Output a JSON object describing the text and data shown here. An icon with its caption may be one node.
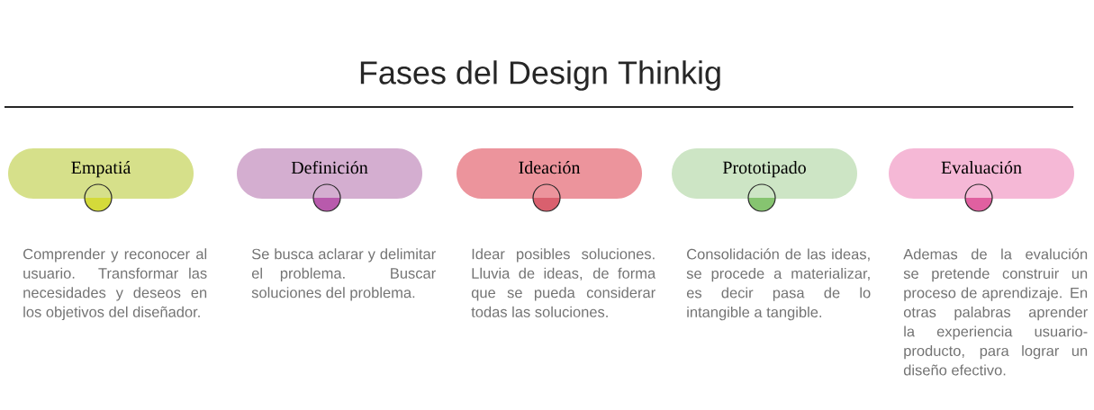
{
  "diagram": {
    "title": "Fases del Design Thinkig",
    "nodes": [
      {
        "text": [
          "Empatiá"
        ],
        "beside": [
          "Comprender y reconocer al usuario. Transformar las necesidades y deseos en los objetivos del diseñador."
        ]
      },
      {
        "text": [
          "Definición"
        ],
        "beside": [
          "Se busca aclarar y delimitar el problema. Buscar soluciones del problema."
        ]
      },
      {
        "text": [
          "Ideación"
        ],
        "beside": [
          "Idear posibles soluciones. Lluvia de ideas, de forma que se pueda considerar todas las soluciones."
        ]
      },
      {
        "text": [
          "Prototipado"
        ],
        "beside": [
          "Consolidación de las ideas, se procede a materializar, es decir pasa de lo intangible a tangible."
        ]
      },
      {
        "text": [
          "Evaluación"
        ],
        "beside": [
          "Ademas de la evalución se pretende construir un proceso de aprendizaje. En otras palabras aprender la experiencia usuario-producto, para lograr un diseño efectivo."
        ]
      }
    ]
  }
}
